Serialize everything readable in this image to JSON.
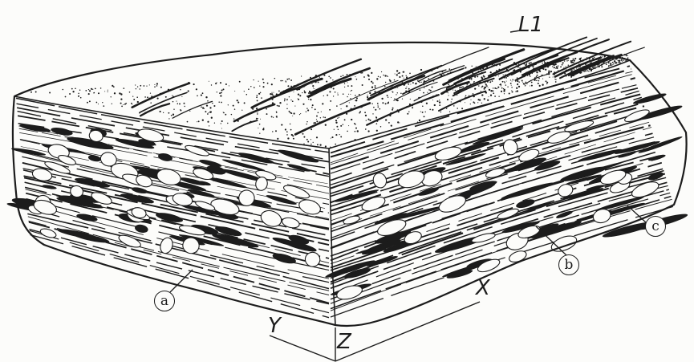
{
  "labels": {
    "lineation": "L1",
    "a": "a",
    "b": "b",
    "c": "c",
    "x_axis": "X",
    "y_axis": "Y",
    "z_axis": "Z"
  },
  "colors": {
    "ink": "#1c1c1c",
    "paper": "#fcfcfa"
  }
}
